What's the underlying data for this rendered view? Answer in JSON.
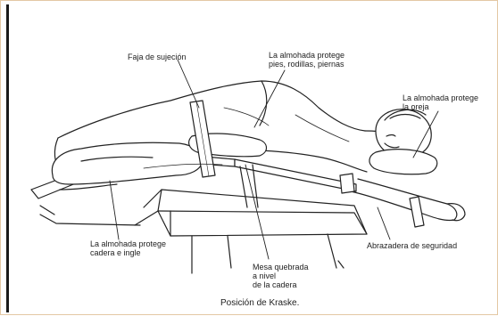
{
  "labels": {
    "faja": "Faja de sujeción",
    "pies_l1": "La almohada protege",
    "pies_l2": "pies, rodillas, piernas",
    "oreja_l1": "La almohada protege",
    "oreja_l2": "la oreja",
    "cadera_l1": "La almohada protege",
    "cadera_l2": "cadera e ingle",
    "mesa_l1": "Mesa quebrada",
    "mesa_l2": "a nivel",
    "mesa_l3": "de la cadera",
    "abrazadera": "Abrazadera de seguridad"
  },
  "caption": "Posición de Kraske."
}
